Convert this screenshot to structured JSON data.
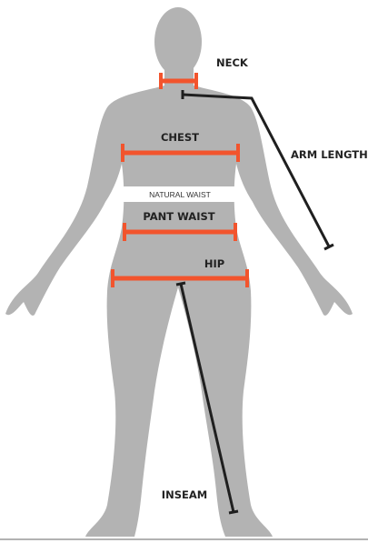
{
  "labels": {
    "neck": "NECK",
    "chest": "CHEST",
    "arm_length": "ARM LENGTH",
    "natural_waist": "NATURAL WAIST",
    "pant_waist": "PANT WAIST",
    "hip": "HIP",
    "inseam": "INSEAM"
  },
  "colors": {
    "figure": "#b3b3b3",
    "measure_bar": "#f2542d",
    "measure_line": "#1f1f1f",
    "waist_band": "#ffffff",
    "ground_line": "#999999"
  }
}
